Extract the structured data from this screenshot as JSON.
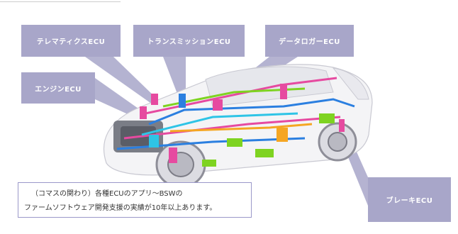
{
  "labels": {
    "telematics": "テレマティクスECU",
    "transmission": "トランスミッションECU",
    "datalogger": "データロガーECU",
    "engine": "エンジンECU",
    "brake": "ブレーキECU"
  },
  "caption": {
    "line1": "（コマスの関わり）各種ECUのアプリ～BSWの",
    "line2": "ファームソフトウェア開発支援の実績が10年以上あります。"
  },
  "colors": {
    "label_bg": "#a8a6c9",
    "wire_pink": "#e64aa0",
    "wire_blue": "#2b7fe0",
    "wire_green": "#7ed321",
    "wire_orange": "#f5a623",
    "wire_cyan": "#2ec4e6"
  }
}
